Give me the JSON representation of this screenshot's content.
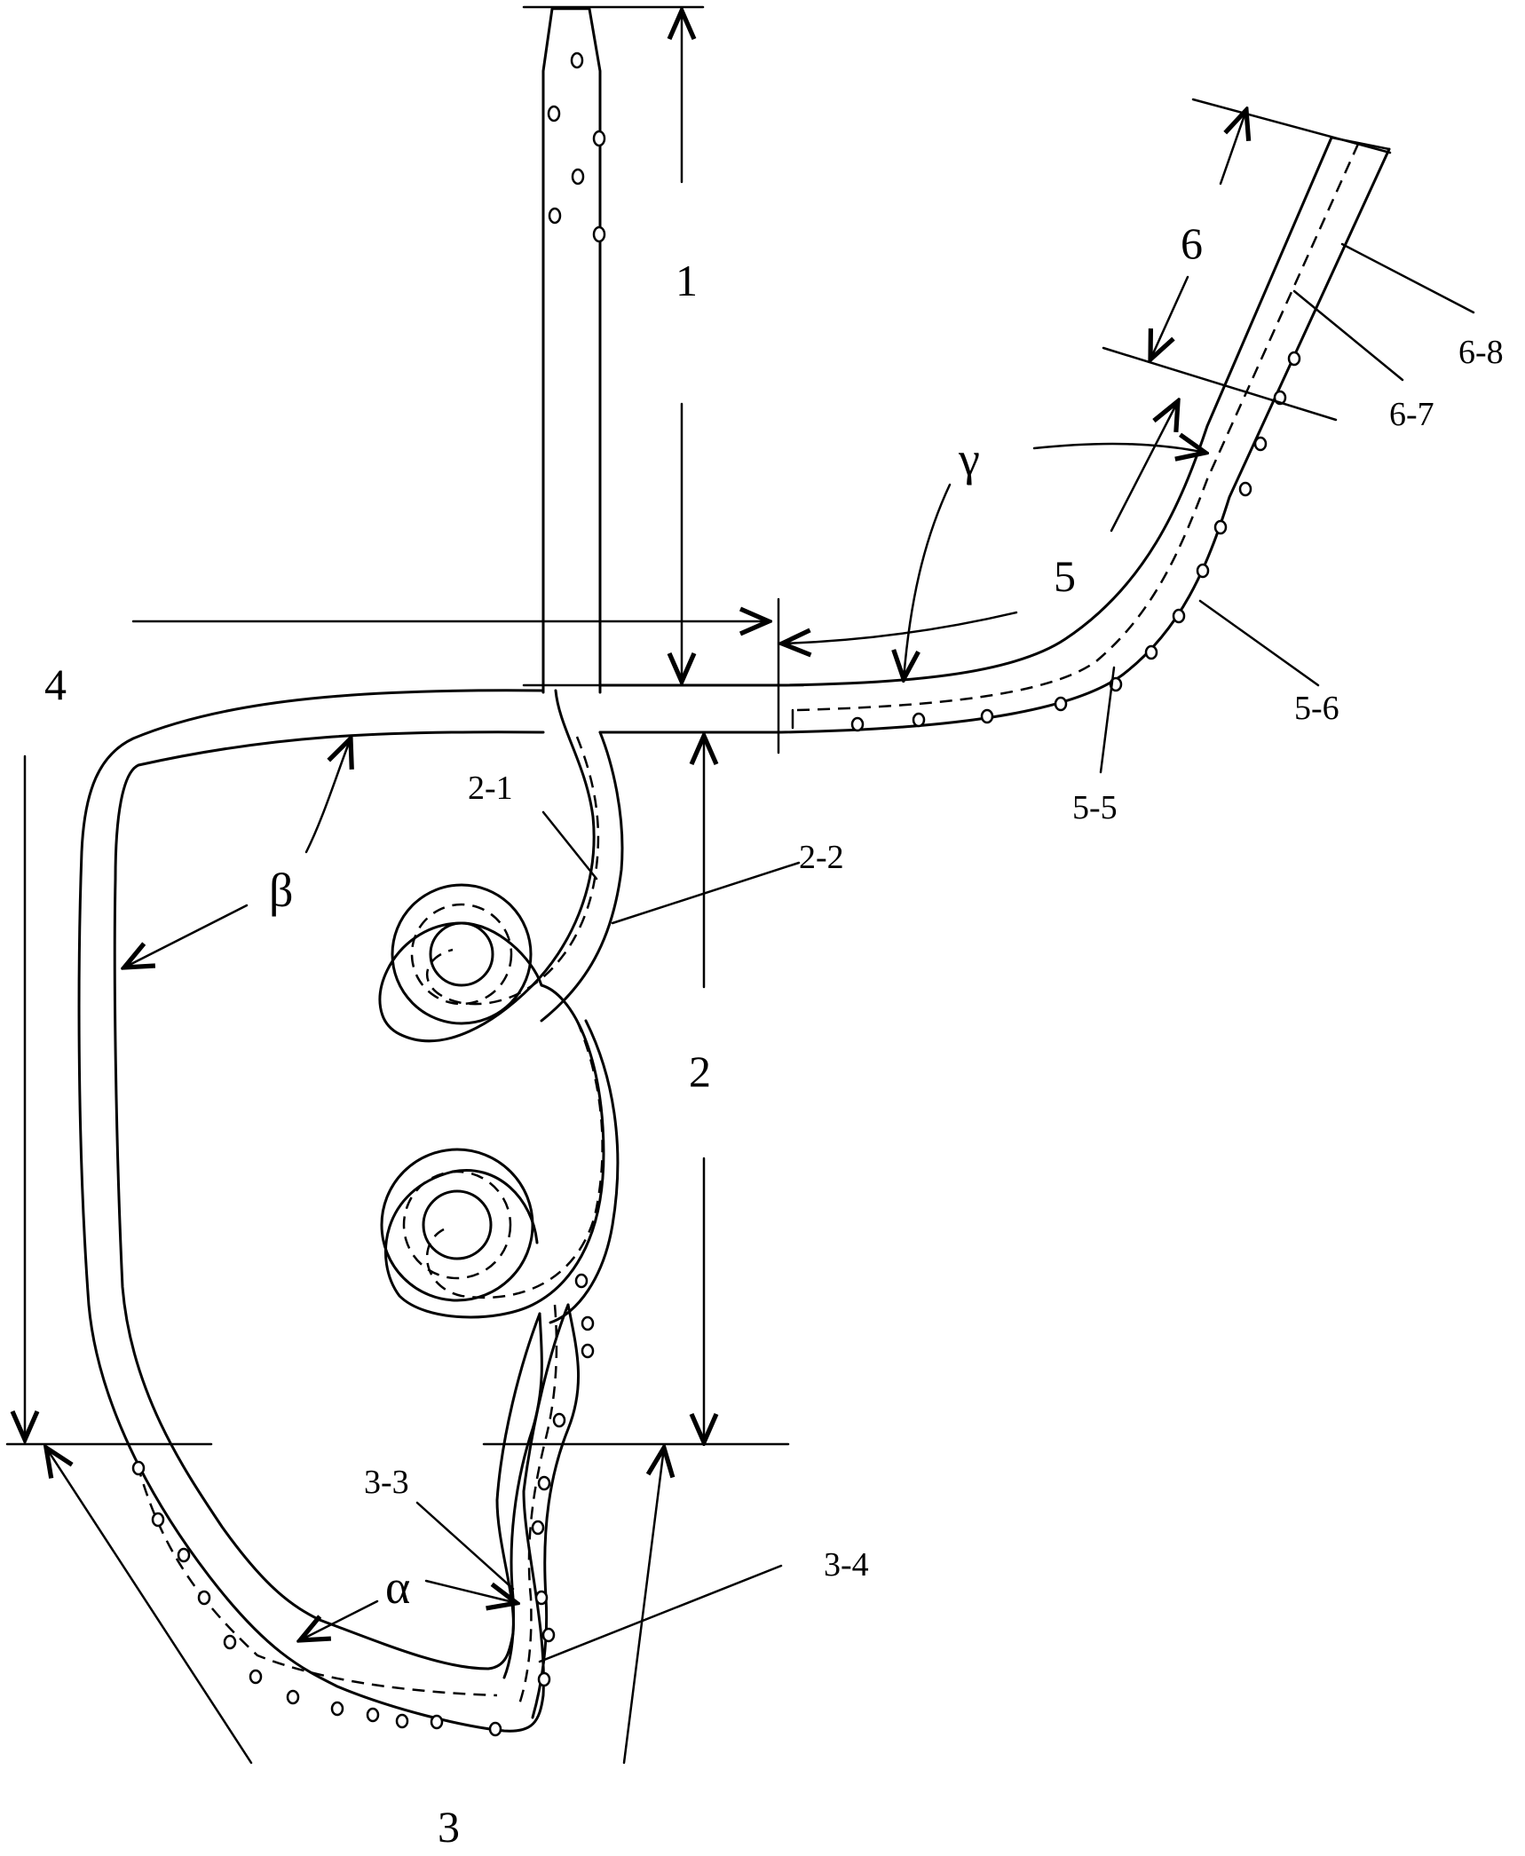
{
  "labels": {
    "seg1": "1",
    "seg2": "2",
    "seg3": "3",
    "seg4": "4",
    "seg5": "5",
    "seg6": "6",
    "l21": "2-1",
    "l22": "2-2",
    "l33": "3-3",
    "l34": "3-4",
    "l55": "5-5",
    "l56": "5-6",
    "l67": "6-7",
    "l68": "6-8",
    "alpha": "α",
    "beta": "β",
    "gamma": "γ"
  },
  "colors": {
    "line": "#000000",
    "background": "#ffffff"
  }
}
